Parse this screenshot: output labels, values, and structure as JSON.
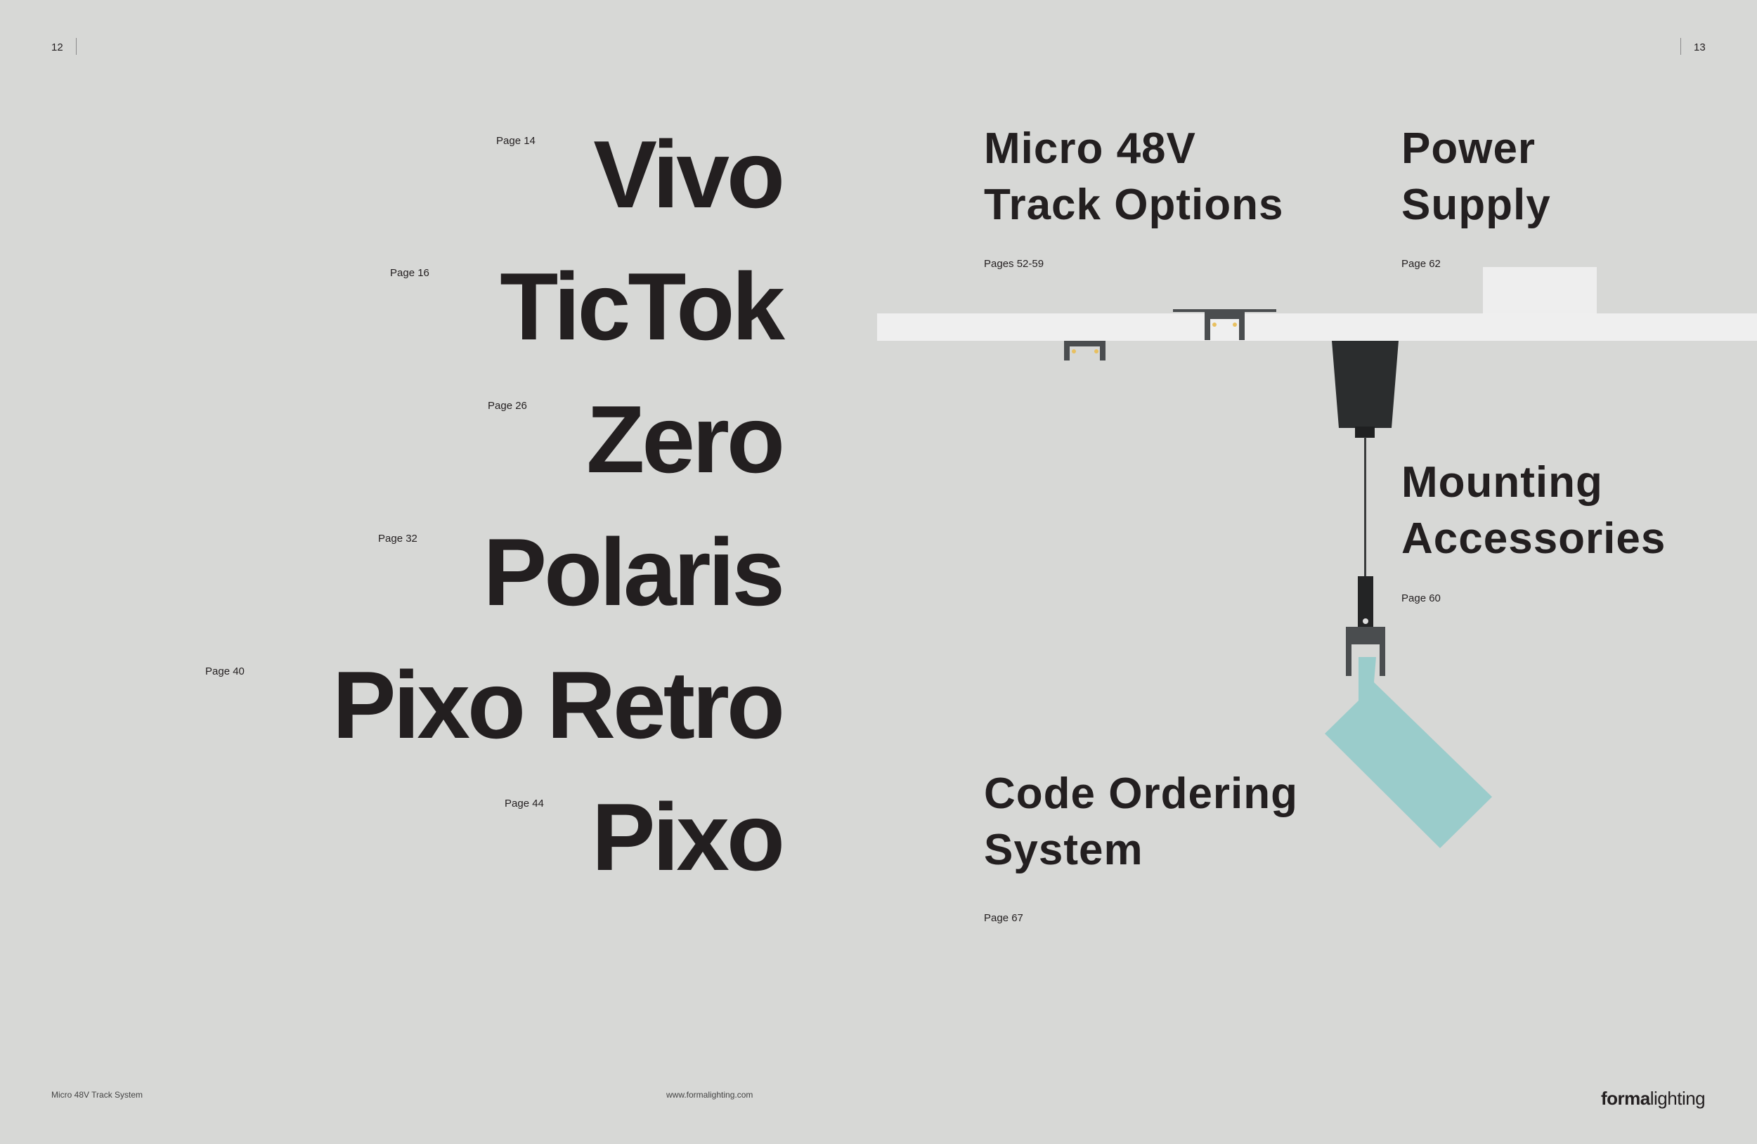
{
  "page_numbers": {
    "left": "12",
    "right": "13"
  },
  "products": [
    {
      "name": "Vivo",
      "page": "Page 14"
    },
    {
      "name": "TicTok",
      "page": "Page 16"
    },
    {
      "name": "Zero",
      "page": "Page 26"
    },
    {
      "name": "Polaris",
      "page": "Page 32"
    },
    {
      "name": "Pixo Retro",
      "page": "Page 40"
    },
    {
      "name": "Pixo",
      "page": "Page 44"
    }
  ],
  "sections": {
    "track": {
      "title": "Micro 48V\nTrack Options",
      "page": "Pages 52-59"
    },
    "power": {
      "title": "Power\nSupply",
      "page": "Page 62"
    },
    "mounting": {
      "title": "Mounting\nAccessories",
      "page": "Page 60"
    },
    "code": {
      "title": "Code Ordering\nSystem",
      "page": "Page 67"
    }
  },
  "footer": {
    "left": "Micro 48V Track System",
    "center": "www.formalighting.com",
    "logo_bold": "forma",
    "logo_light": "lighting"
  },
  "colors": {
    "background": "#d7d8d6",
    "text": "#231f20",
    "accent": "#9acccb"
  }
}
